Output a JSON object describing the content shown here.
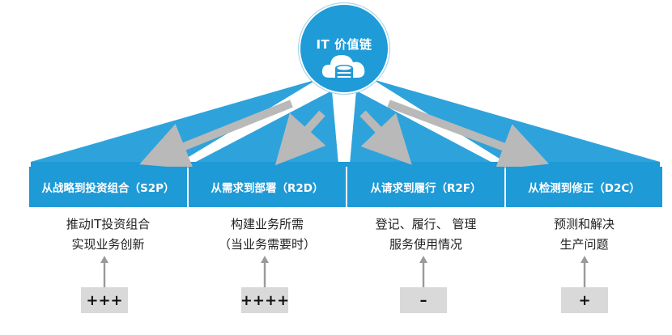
{
  "hub": {
    "title": "IT 价值链",
    "icon": "cloud-database-icon"
  },
  "colors": {
    "primary_blue": "#1e9ad6",
    "arrow_gray": "#b9b9b9",
    "box_gray": "#d9d9d9"
  },
  "streams": [
    {
      "banner": "从战略到投资组合（S2P）",
      "desc": [
        "推动IT投资组合",
        "实现业务创新"
      ],
      "rating": "+++"
    },
    {
      "banner": "从需求到部署（R2D）",
      "desc": [
        "构建业务所需",
        "（当业务需要时）"
      ],
      "rating": "++++"
    },
    {
      "banner": "从请求到履行（R2F）",
      "desc": [
        "登记、履行、 管理",
        "服务使用情况"
      ],
      "rating": "–"
    },
    {
      "banner": "从检测到修正（D2C）",
      "desc": [
        "预测和解决",
        "生产问题"
      ],
      "rating": "+"
    }
  ]
}
